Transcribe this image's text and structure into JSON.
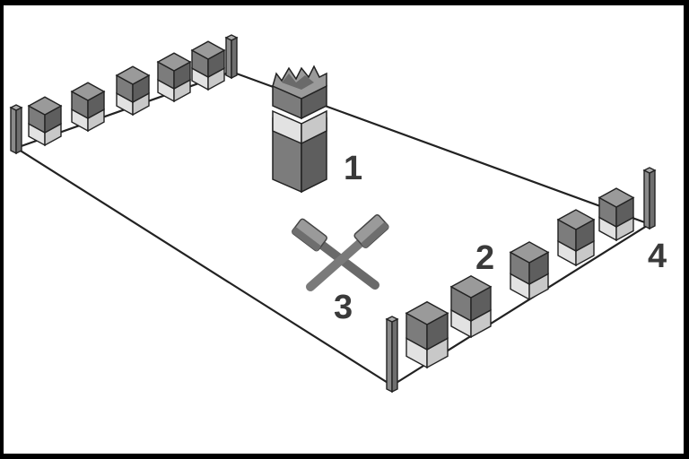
{
  "labels": {
    "king": "1",
    "baseline_blocks": "2",
    "batons": "3",
    "corner_stakes": "4"
  },
  "colors": {
    "background": "#000000",
    "field": "#ffffff",
    "line": "#222222",
    "block_top": "#9a9a9a",
    "block_left": "#7c7c7c",
    "block_right": "#5e5e5e",
    "block_band": "#e2e2e2",
    "block_band_side": "#c8c8c8",
    "stake": "#6f6f6f",
    "label": "#3a3a3a"
  },
  "icons": {
    "king": "crown-tower-icon",
    "batons": "crossed-batons-icon"
  }
}
